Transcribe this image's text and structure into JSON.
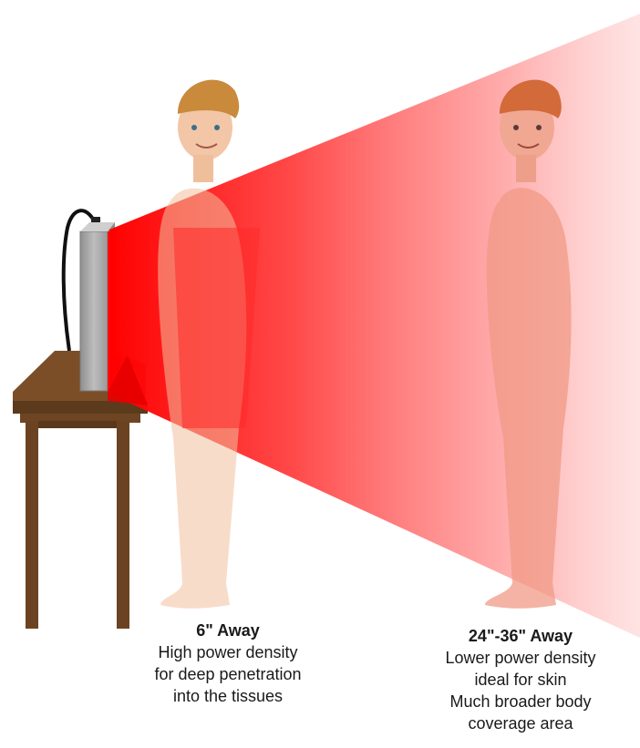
{
  "near": {
    "title": "6\" Away",
    "lines": [
      "High power density",
      "for deep penetration",
      "into the tissues"
    ]
  },
  "far": {
    "title": "24\"-36\" Away",
    "lines": [
      "Lower power density",
      "ideal for skin",
      "Much broader body",
      "coverage area"
    ]
  },
  "colors": {
    "beam": "#ff1a1a",
    "skin": "#f5c6a5",
    "hair": "#c98a3c",
    "table": "#6b4322",
    "device": "#a9a9a9"
  }
}
